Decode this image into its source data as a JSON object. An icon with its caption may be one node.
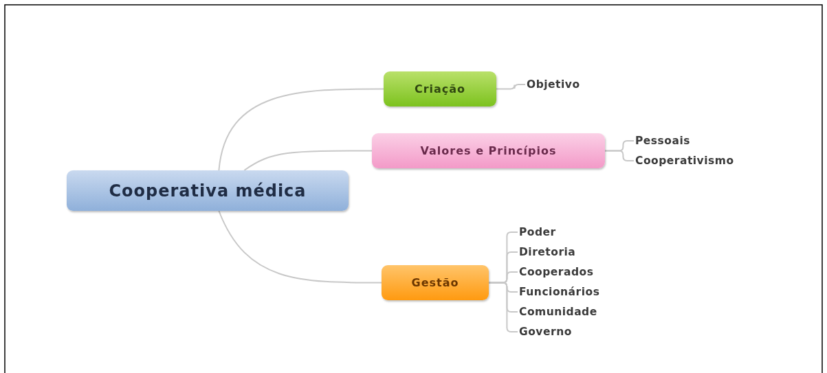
{
  "diagram": {
    "nodes": [
      {
        "text": [
          "Cooperativa médica"
        ]
      },
      {
        "text": [
          "Criação"
        ]
      },
      {
        "text": [
          "Objetivo"
        ]
      },
      {
        "text": [
          "Valores e Princípios"
        ]
      },
      {
        "text": [
          "Pessoais"
        ]
      },
      {
        "text": [
          "Cooperativismo"
        ]
      },
      {
        "text": [
          "Gestão"
        ]
      },
      {
        "text": [
          "Poder"
        ]
      },
      {
        "text": [
          "Diretoria"
        ]
      },
      {
        "text": [
          "Cooperados"
        ]
      },
      {
        "text": [
          "Funcionários"
        ]
      },
      {
        "text": [
          "Comunidade"
        ]
      },
      {
        "text": [
          "Governo"
        ]
      }
    ],
    "edges": [
      {
        "from": 0,
        "to": 1,
        "arrow": "none"
      },
      {
        "from": 0,
        "to": 3,
        "arrow": "none"
      },
      {
        "from": 0,
        "to": 6,
        "arrow": "none"
      },
      {
        "from": 1,
        "to": 2,
        "arrow": "none"
      },
      {
        "from": 3,
        "to": 4,
        "arrow": "none"
      },
      {
        "from": 3,
        "to": 5,
        "arrow": "none"
      },
      {
        "from": 6,
        "to": 7,
        "arrow": "none"
      },
      {
        "from": 6,
        "to": 8,
        "arrow": "none"
      },
      {
        "from": 6,
        "to": 9,
        "arrow": "none"
      },
      {
        "from": 6,
        "to": 10,
        "arrow": "none"
      },
      {
        "from": 6,
        "to": 11,
        "arrow": "none"
      },
      {
        "from": 6,
        "to": 12,
        "arrow": "none"
      }
    ]
  }
}
